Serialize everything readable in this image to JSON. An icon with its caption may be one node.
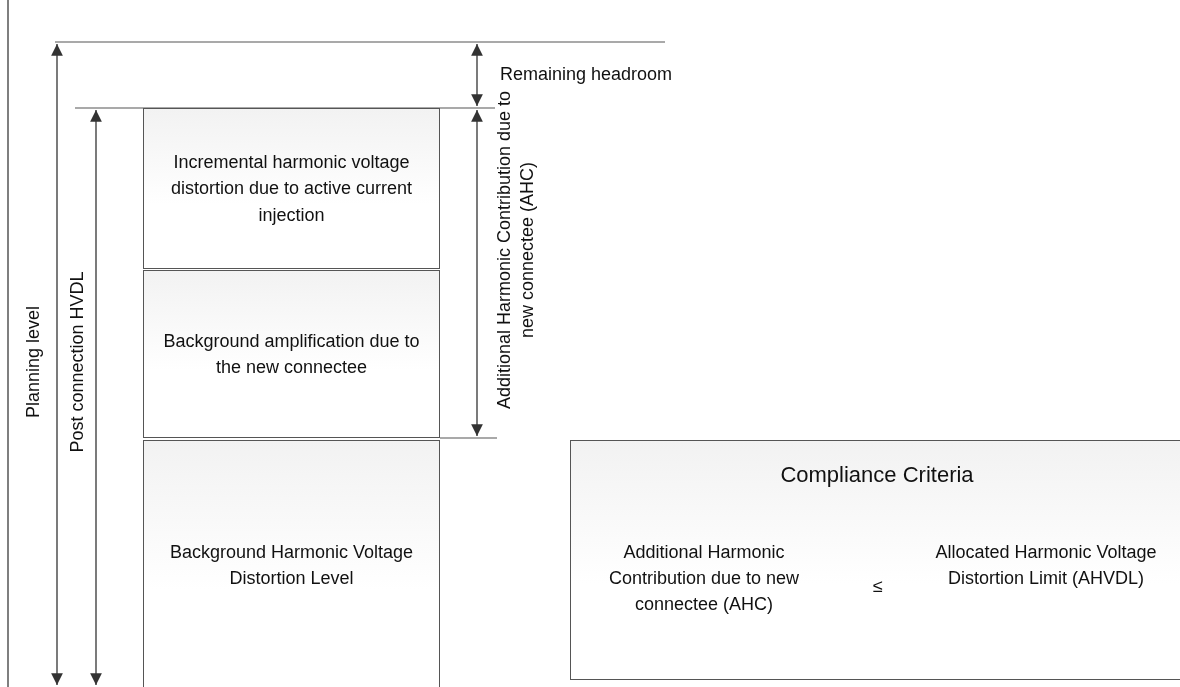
{
  "diagram": {
    "nodes": [
      {
        "text": [
          "Incremental harmonic voltage distortion due to active current injection"
        ]
      },
      {
        "text": [
          "Background amplification due to the new connectee"
        ]
      },
      {
        "text": [
          "Background Harmonic Voltage Distortion Level"
        ]
      },
      {
        "text": [
          "Compliance Criteria",
          "Additional Harmonic Contribution due to new connectee (AHC)",
          "≤",
          "Allocated Harmonic Voltage Distortion Limit (AHVDL)"
        ]
      }
    ],
    "edges": [],
    "labels": [
      "Remaining headroom",
      "Planning level",
      "Post connection HVDL",
      "Additional Harmonic Contribution due to new connectee (AHC)"
    ]
  }
}
